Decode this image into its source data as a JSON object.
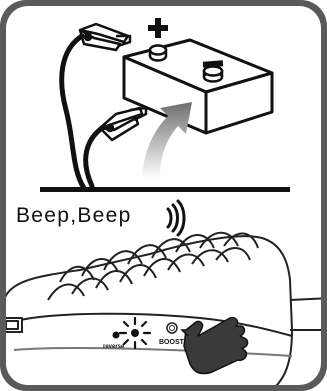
{
  "illustration": {
    "sound_text": "Beep,Beep",
    "device_labels": {
      "reverse": "reverse",
      "boost": "BOOST"
    },
    "icons": [
      "battery-icon",
      "positive-terminal-icon",
      "negative-terminal-icon",
      "clamp-icon",
      "arrow-icon",
      "sound-waves-icon",
      "pointing-hand-icon",
      "led-flash-icon"
    ],
    "colors": {
      "frame_outer": "#5a5a5a",
      "frame_inner": "#ffffff",
      "ink": "#111111",
      "arrow_gray": "#8a8a8a"
    }
  }
}
